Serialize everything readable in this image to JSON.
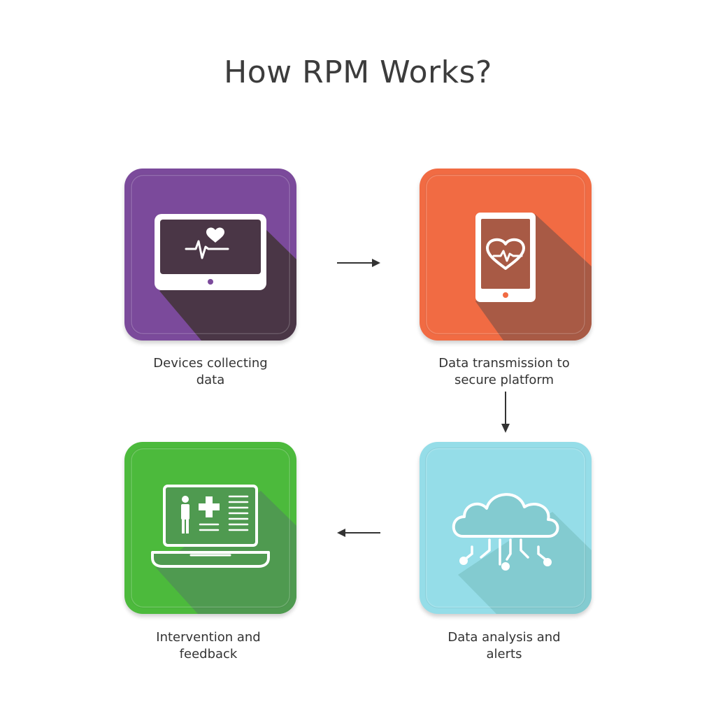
{
  "title": "How RPM Works?",
  "colors": {
    "purple": "#7b4a9b",
    "orange": "#f16b43",
    "cyan": "#95dde8",
    "green": "#4cba3c",
    "arrow": "#333333"
  },
  "steps": [
    {
      "label_line1": "Devices collecting",
      "label_line2": "data",
      "icon": "monitor-heartbeat-icon"
    },
    {
      "label_line1": "Data transmission to",
      "label_line2": "secure platform",
      "icon": "tablet-heart-icon"
    },
    {
      "label_line1": "Data analysis and",
      "label_line2": "alerts",
      "icon": "cloud-network-icon"
    },
    {
      "label_line1": "Intervention and",
      "label_line2": "feedback",
      "icon": "laptop-medical-record-icon"
    }
  ]
}
